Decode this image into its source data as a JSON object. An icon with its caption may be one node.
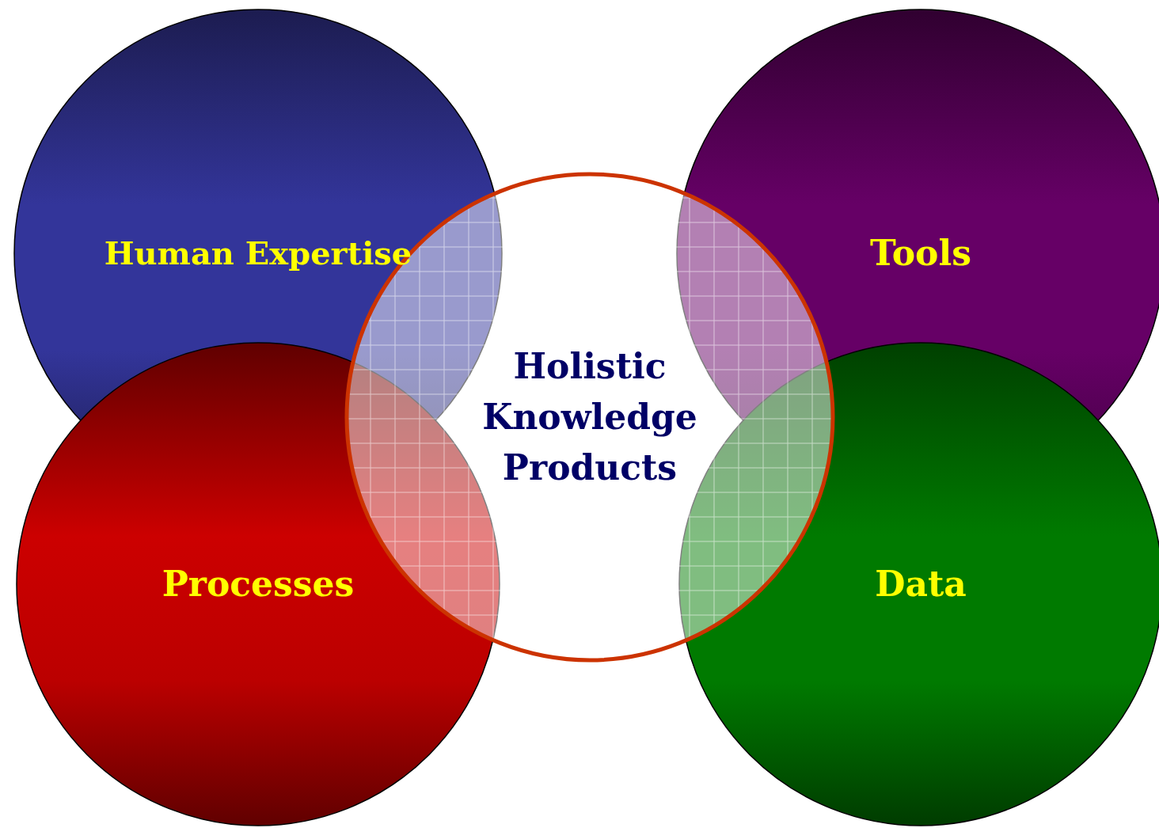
{
  "diagram": {
    "nodes": [
      {
        "text": [
          "Human Expertise"
        ]
      },
      {
        "text": [
          "Tools"
        ]
      },
      {
        "text": [
          "Processes"
        ]
      },
      {
        "text": [
          "Data"
        ]
      },
      {
        "text": [
          "Holistic Knowledge Products"
        ]
      }
    ]
  }
}
